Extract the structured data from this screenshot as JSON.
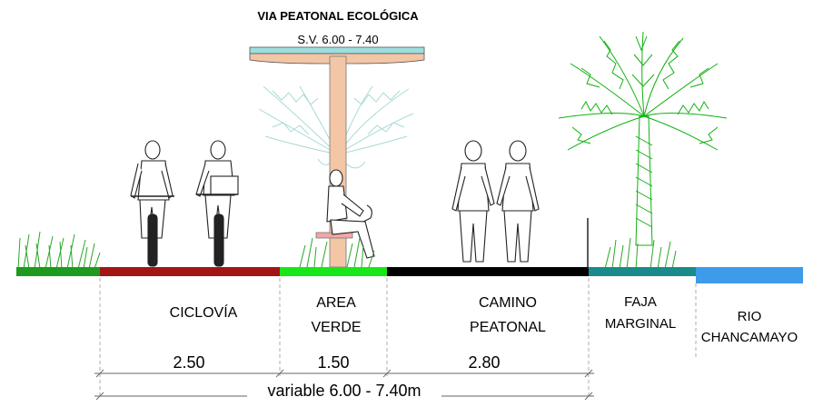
{
  "header": {
    "title": "VIA PEATONAL ECOLÓGICA",
    "subtitle": "S.V.  6.00 - 7.40"
  },
  "zones": [
    {
      "label_1": "CICLOVÍA",
      "label_2": "",
      "width_label": "2.50",
      "color": "#a31515"
    },
    {
      "label_1": "AREA",
      "label_2": "VERDE",
      "width_label": "1.50",
      "color": "#19e619"
    },
    {
      "label_1": "CAMINO",
      "label_2": "PEATONAL",
      "width_label": "2.80",
      "color": "#000000"
    },
    {
      "label_1": "FAJA",
      "label_2": "MARGINAL",
      "width_label": "",
      "color": "#1a8a8a"
    },
    {
      "label_1": "RIO",
      "label_2": "CHANCAMAYO",
      "width_label": "",
      "color": "#3d9bea"
    }
  ],
  "total_label": "variable 6.00 - 7.40m",
  "colors": {
    "ground_left": "#1e9a1e",
    "canopy": "#f3c6a6",
    "canopy_roof": "#9fdede",
    "pole": "#e6a07a",
    "palm_green": "#10b010",
    "faded_palm": "#9fd6d0",
    "grass": "#2aa82a",
    "dimension_line": "#666666"
  }
}
